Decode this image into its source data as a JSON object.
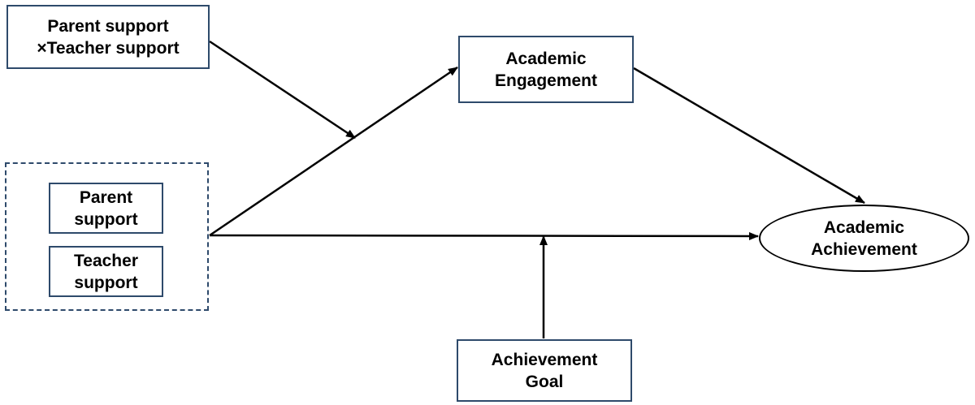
{
  "diagram": {
    "type": "moderated mediation path model",
    "nodes": {
      "interaction": {
        "line1": "Parent support",
        "line2": "×Teacher support"
      },
      "parent_support": {
        "line1": "Parent",
        "line2": "support"
      },
      "teacher_support": {
        "line1": "Teacher",
        "line2": "support"
      },
      "engagement": {
        "line1": "Academic",
        "line2": "Engagement"
      },
      "achievement": {
        "line1": "Academic",
        "line2": "Achievement"
      },
      "goal": {
        "line1": "Achievement",
        "line2": "Goal"
      }
    },
    "edges": [
      {
        "from": "support-group",
        "to": "academic-engagement"
      },
      {
        "from": "support-group",
        "to": "academic-achievement"
      },
      {
        "from": "parent-teacher-interaction",
        "to": "path support-group → academic-engagement"
      },
      {
        "from": "academic-engagement",
        "to": "academic-achievement"
      },
      {
        "from": "achievement-goal",
        "to": "path support-group → academic-achievement"
      }
    ],
    "colors": {
      "box_border": "#2e4a6b",
      "ellipse_border": "#000000",
      "line": "#000000",
      "text": "#000000"
    }
  }
}
